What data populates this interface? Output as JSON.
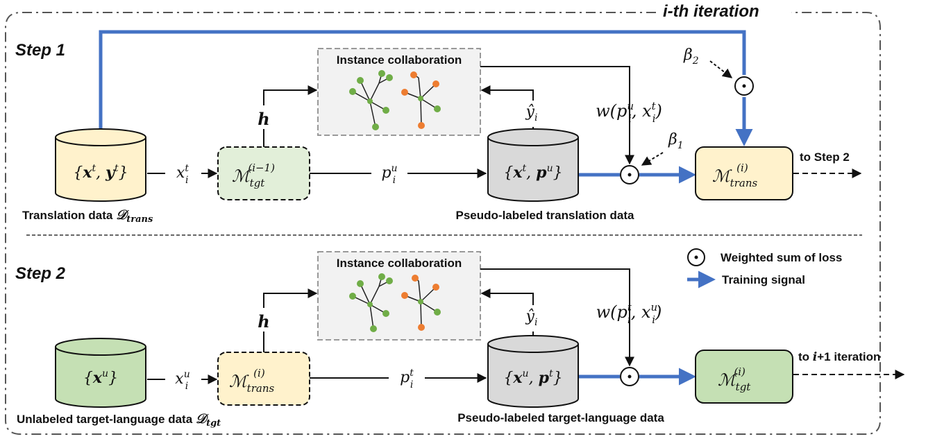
{
  "frame": {
    "title": "i-th iteration"
  },
  "step1": {
    "title": "Step 1",
    "ic_label": "Instance collaboration",
    "db_source": "{xt, yt}",
    "db_source_caption": "Translation data 𝒟trans",
    "input_label": "x_i^t",
    "model_in": "M_tgt^(i-1)",
    "h_label": "h",
    "p_label": "p_i^u",
    "yhat_label": "ŷ_i",
    "db_pseudo": "{xt, pu}",
    "db_pseudo_caption": "Pseudo-labeled translation data",
    "weight_label": "w(p_i^u, x_i^t)",
    "beta1": "β1",
    "beta2": "β2",
    "model_out": "M_trans^(i)",
    "out_label": "to Step 2"
  },
  "step2": {
    "title": "Step 2",
    "ic_label": "Instance collaboration",
    "db_source": "{xu}",
    "db_source_caption": "Unlabeled target-language data 𝒟tgt",
    "input_label": "x_i^u",
    "model_in": "M_trans^(i)",
    "h_label": "h",
    "p_label": "p_i^t",
    "yhat_label": "ŷ_i",
    "db_pseudo": "{xu, pt}",
    "db_pseudo_caption": "Pseudo-labeled target-language data",
    "weight_label": "w(p_i^t, x_i^u)",
    "model_out": "M_tgt^(i)",
    "out_label": "to i+1 iteration"
  },
  "legend": {
    "odot_label": "Weighted sum of loss",
    "arrow_label": "Training signal"
  },
  "colors": {
    "blue": "#4472c4",
    "yellow": "#fff2cc",
    "green_light": "#e2efd9",
    "green": "#c5e0b4",
    "gray_db": "#d9d9d9",
    "ic_bg": "#f2f2f2",
    "node_green": "#70ad47",
    "node_orange": "#ed7d31"
  }
}
